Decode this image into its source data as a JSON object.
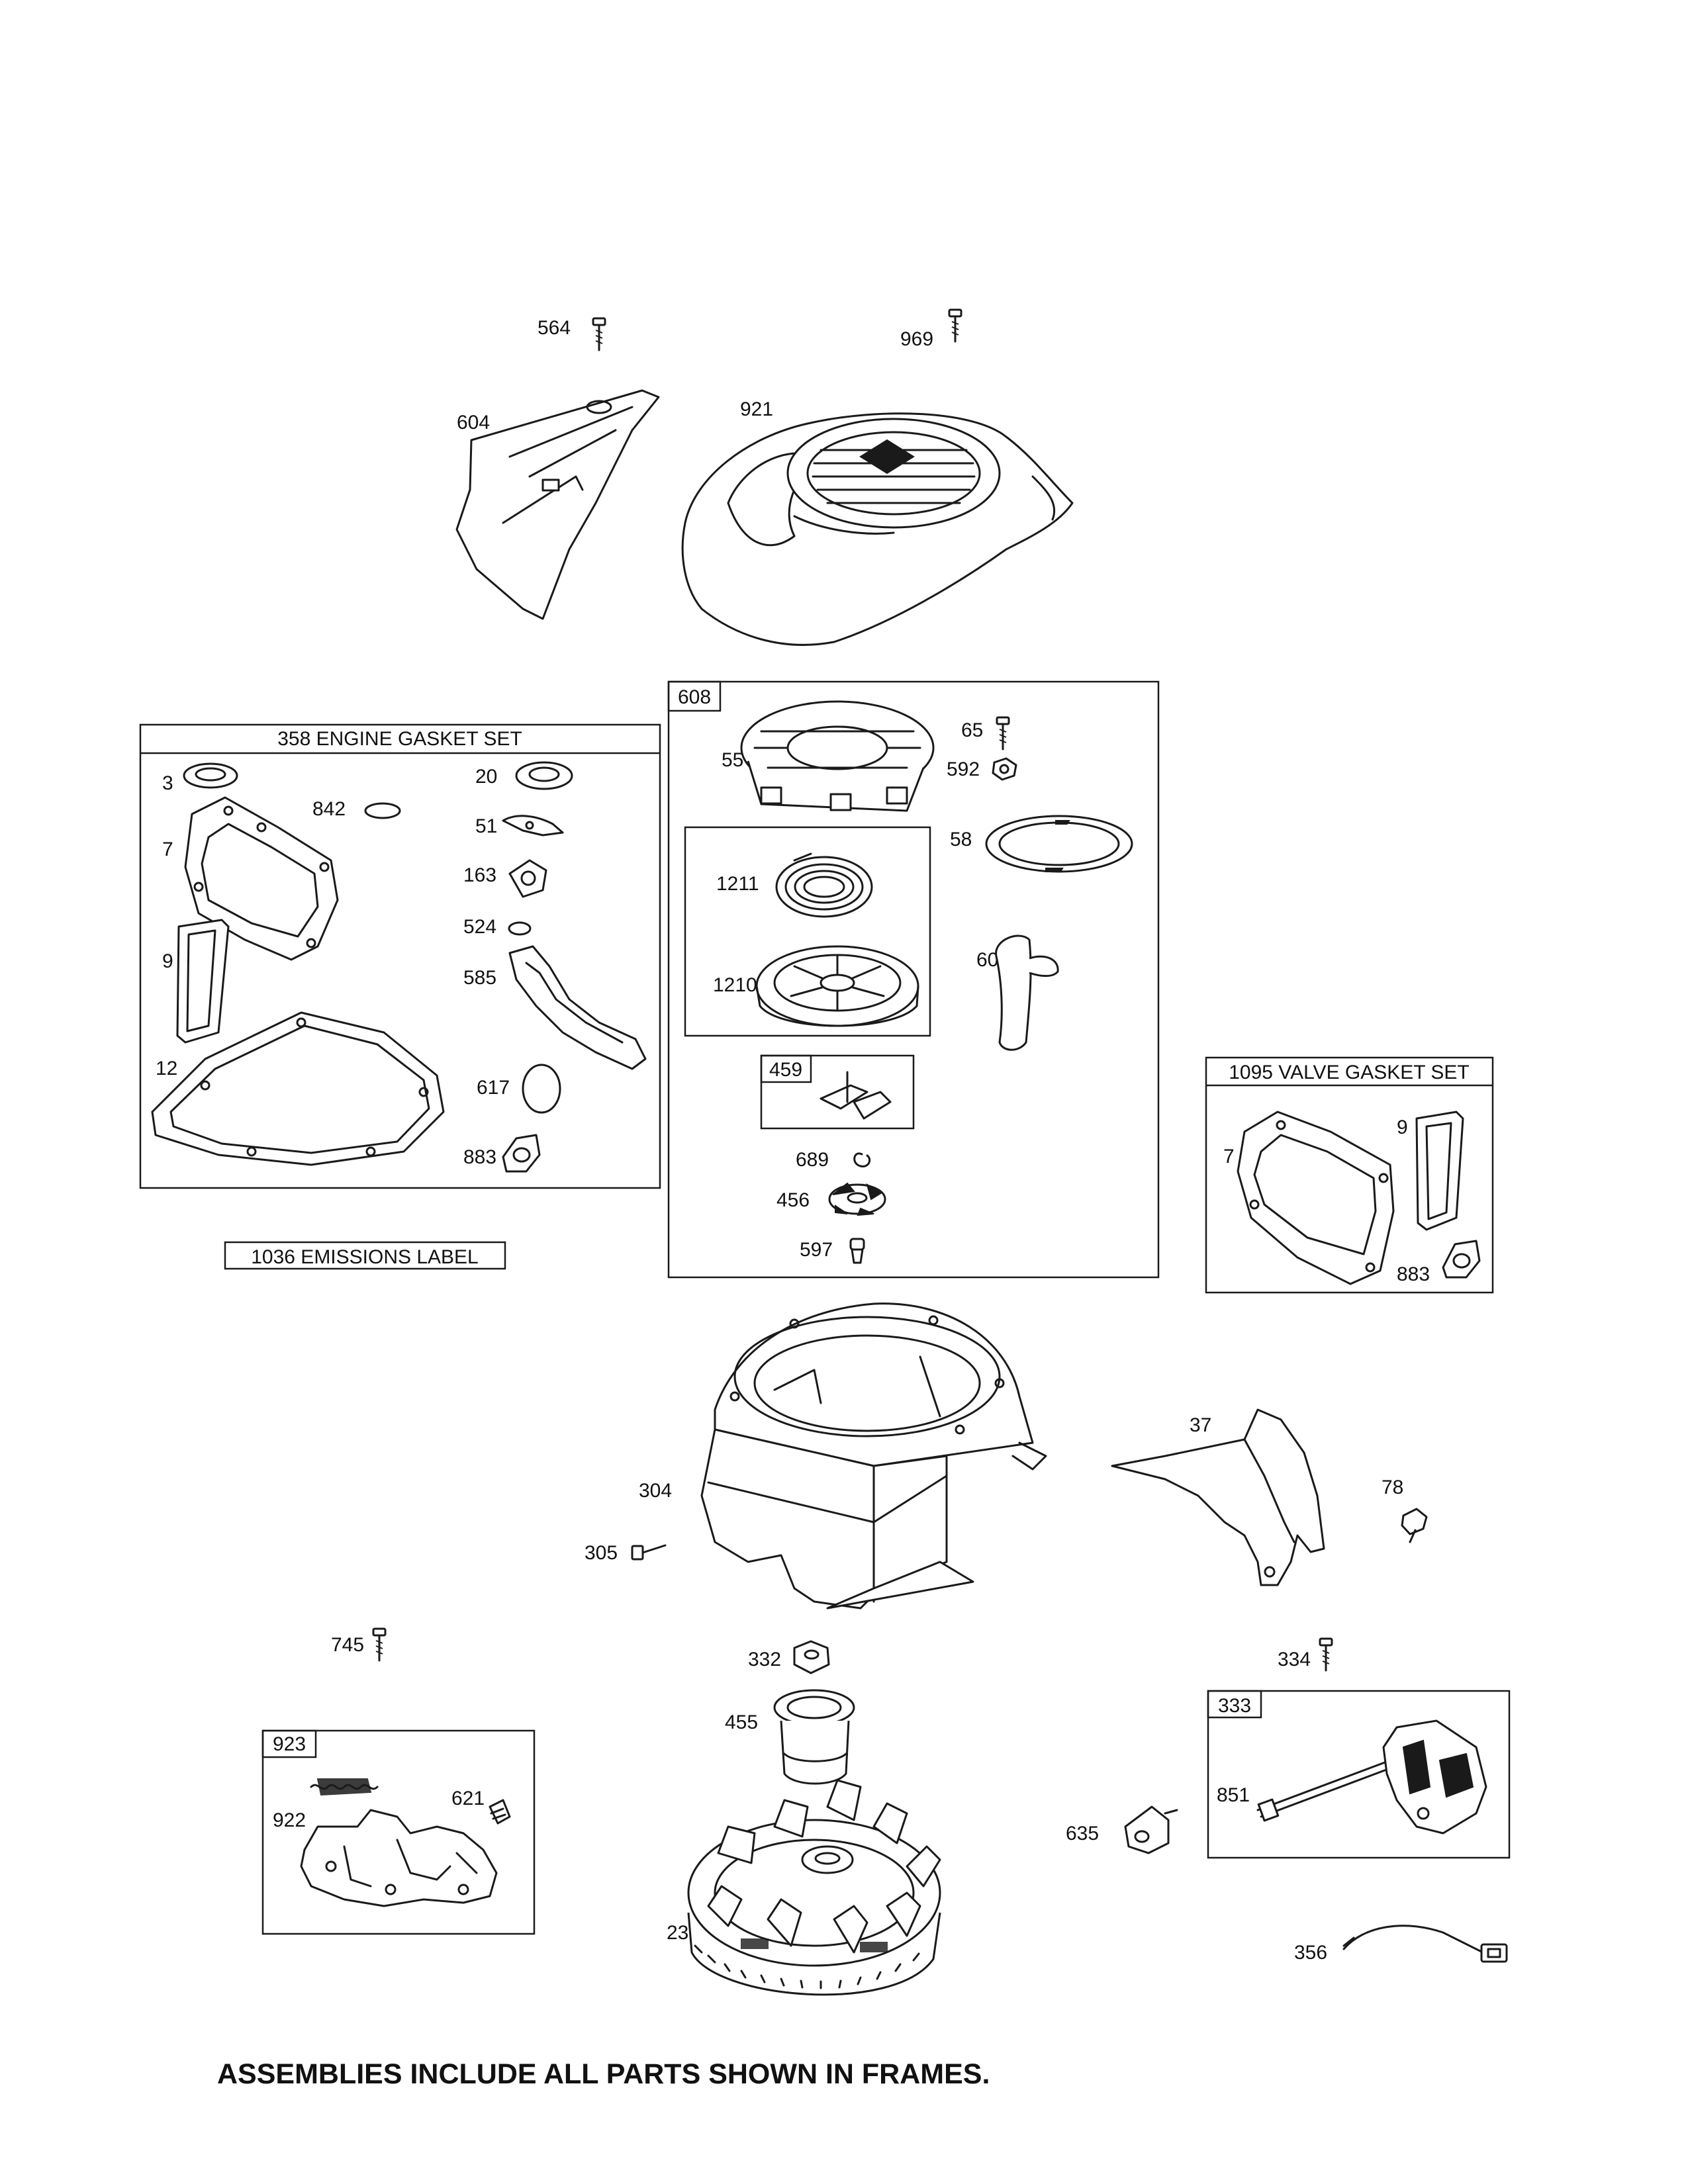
{
  "frames": {
    "engine_gasket_set": "358 ENGINE GASKET SET",
    "valve_gasket_set": "1095 VALVE GASKET SET",
    "emissions_label": "1036 EMISSIONS LABEL",
    "starter_assembly": "608",
    "pulley_assembly": "459",
    "governor_assembly": "923",
    "armature_assembly": "333"
  },
  "labels": {
    "p564": "564",
    "p969": "969",
    "p604": "604",
    "p921": "921",
    "p3": "3",
    "p20": "20",
    "p842": "842",
    "p7": "7",
    "p51": "51",
    "p163": "163",
    "p524": "524",
    "p585": "585",
    "p9": "9",
    "p12": "12",
    "p617": "617",
    "p883": "883",
    "p65": "65",
    "p55": "55",
    "p592": "592",
    "p58": "58",
    "p1211": "1211",
    "p1210": "1210",
    "p60": "60",
    "p689": "689",
    "p456": "456",
    "p597": "597",
    "v7": "7",
    "v9": "9",
    "v883": "883",
    "p37": "37",
    "p78": "78",
    "p304": "304",
    "p305": "305",
    "p745": "745",
    "p332": "332",
    "p334": "334",
    "p455": "455",
    "p922": "922",
    "p621": "621",
    "p851": "851",
    "p635": "635",
    "p23": "23",
    "p356": "356"
  },
  "footer": "ASSEMBLIES INCLUDE ALL PARTS SHOWN IN FRAMES."
}
